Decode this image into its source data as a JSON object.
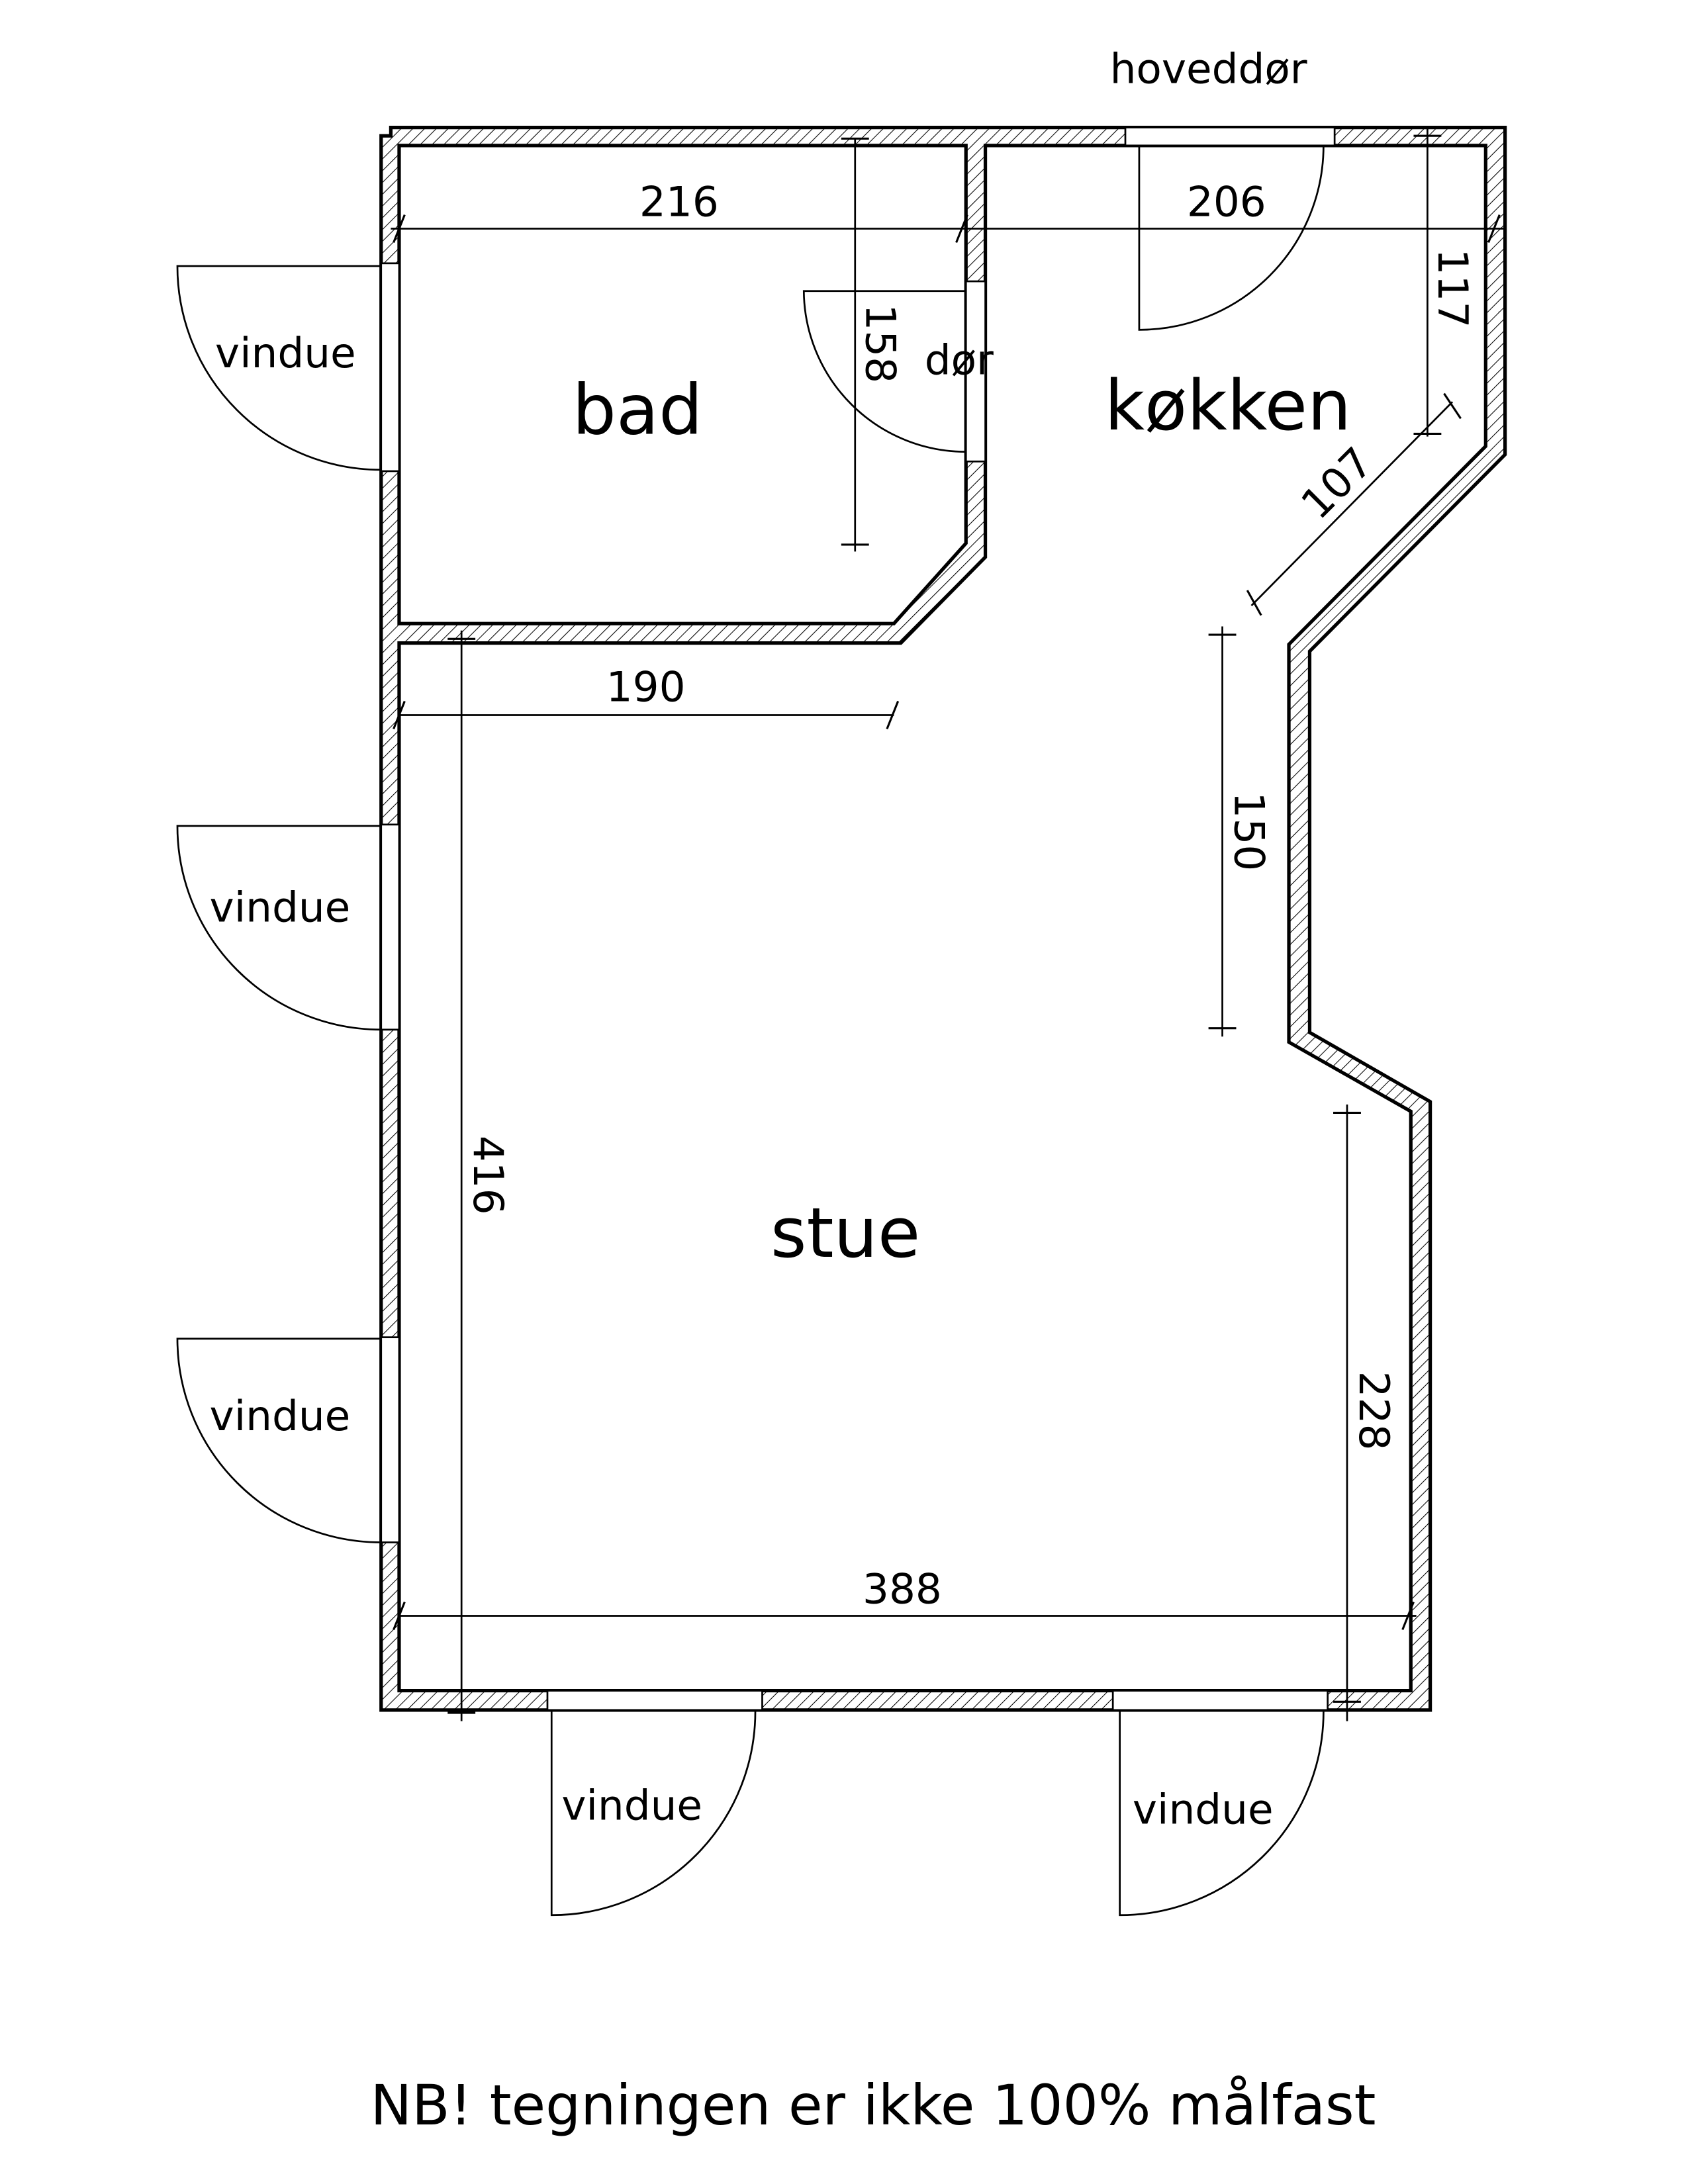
{
  "rooms": {
    "bad": "bad",
    "kitchen": "køkken",
    "living": "stue"
  },
  "doors": {
    "main": "hoveddør",
    "bath": "dør"
  },
  "windows": [
    "vindue",
    "vindue",
    "vindue",
    "vindue",
    "vindue"
  ],
  "dimensions": {
    "d216": "216",
    "d206": "206",
    "d158": "158",
    "d117": "117",
    "d107": "107",
    "d190": "190",
    "d150": "150",
    "d416": "416",
    "d228": "228",
    "d388": "388"
  },
  "note": "NB! tegningen er ikke 100% målfast"
}
